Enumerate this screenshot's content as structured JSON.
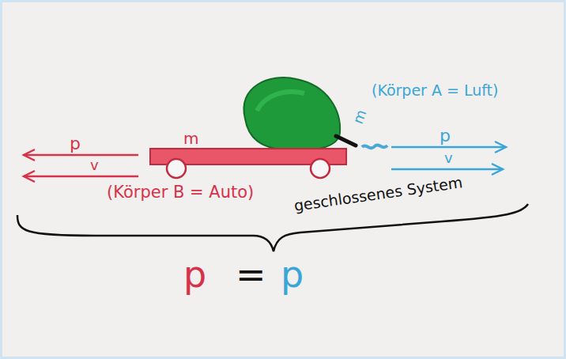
{
  "diagram": {
    "labels": [
      "(Körper A = Luft)",
      "p",
      "v",
      "m",
      "m",
      "p",
      "v",
      "(Körper B = Auto)",
      "geschlossenes System",
      "p",
      "=",
      "p"
    ]
  }
}
